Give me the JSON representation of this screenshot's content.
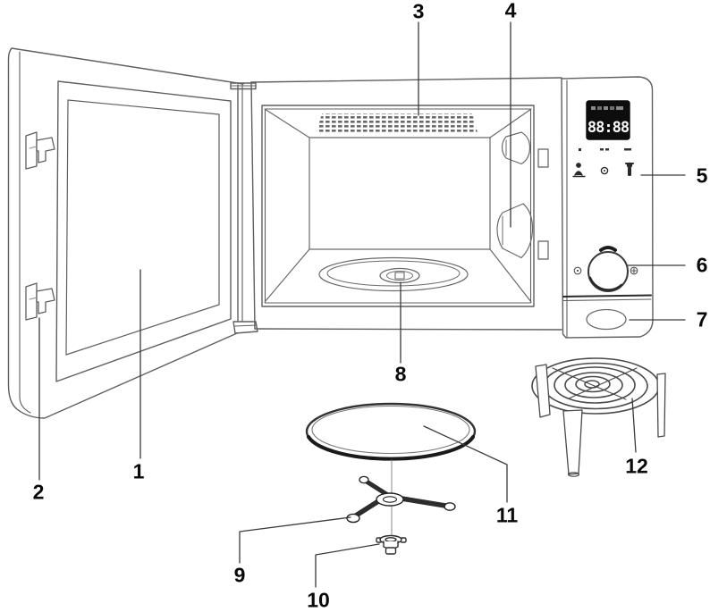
{
  "diagram": {
    "kind": "microwave-oven-parts-diagram",
    "display_time": "88:88",
    "part_labels": [
      "1",
      "2",
      "3",
      "4",
      "5",
      "6",
      "7",
      "8",
      "9",
      "10",
      "11",
      "12"
    ],
    "panel_icons": [
      "steam-food-icon",
      "clock-icon",
      "grill-heat-icon"
    ],
    "dial_icons": [
      "decrease-dot-icon",
      "increase-dot-icon",
      "dial-pointer-icon"
    ],
    "colors": {
      "background": "#ffffff",
      "line": "#5f5f5f",
      "dark_line": "#222222",
      "display_background": "#0d0d0d",
      "display_text": "#fafafa",
      "label_text": "#0a0a0a"
    }
  }
}
